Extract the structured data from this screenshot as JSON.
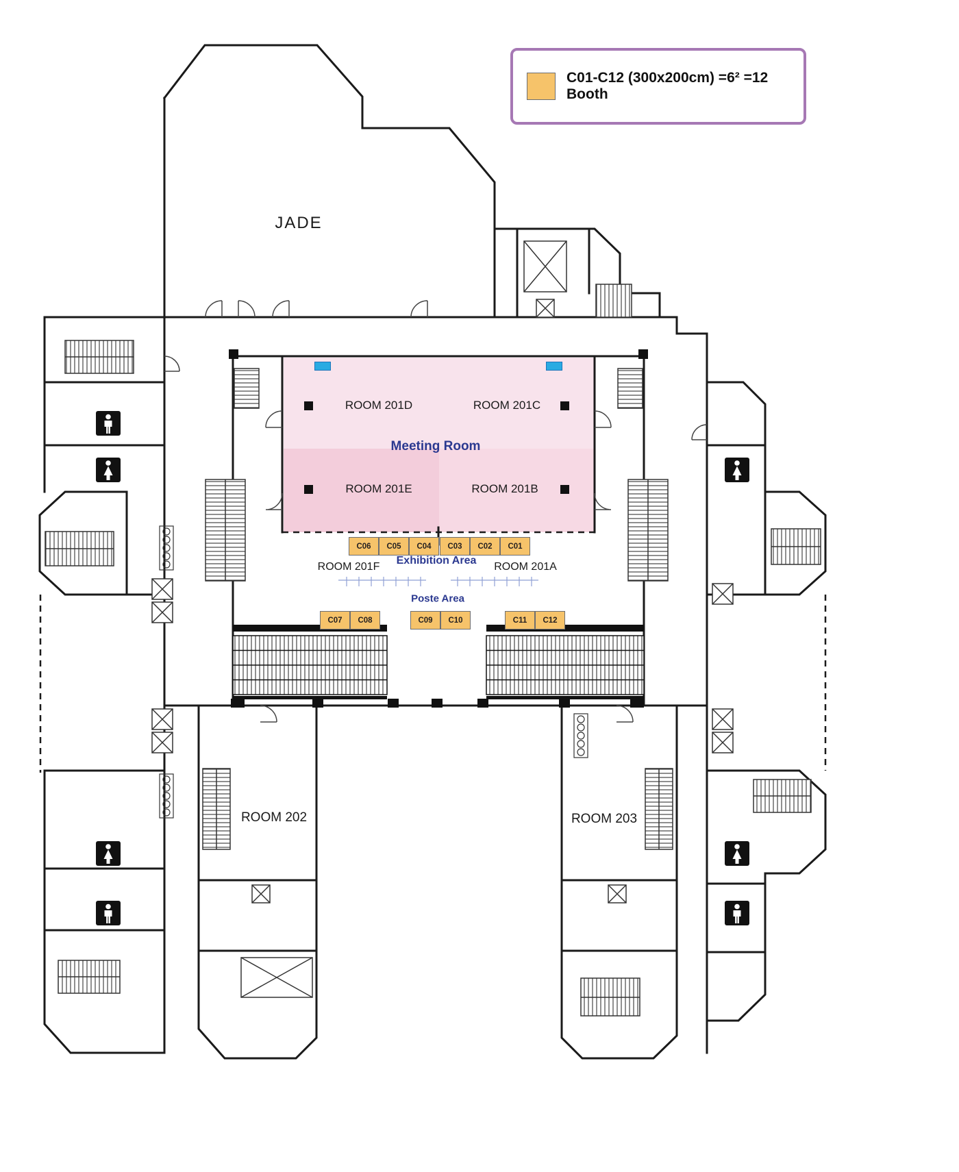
{
  "legend": {
    "label": "C01-C12 (300x200cm) =6² =12 Booth",
    "swatch_color": "#f6c36a",
    "border_color": "#a678b4"
  },
  "rooms": {
    "jade": {
      "label": "JADE"
    },
    "r201d": {
      "label": "ROOM 201D"
    },
    "r201c": {
      "label": "ROOM 201C"
    },
    "r201e": {
      "label": "ROOM 201E"
    },
    "r201b": {
      "label": "ROOM 201B"
    },
    "r201f": {
      "label": "ROOM 201F"
    },
    "r201a": {
      "label": "ROOM 201A"
    },
    "r202": {
      "label": "ROOM 202"
    },
    "r203": {
      "label": "ROOM 203"
    }
  },
  "areas": {
    "meeting_room": {
      "label": "Meeting Room",
      "color": "#2b3990"
    },
    "exhibition": {
      "label": "Exhibition Area",
      "color": "#2b3990"
    },
    "poste": {
      "label": "Poste Area",
      "color": "#2b3990"
    }
  },
  "booths": {
    "fill": "#f6c36a",
    "top_row": [
      "C06",
      "C05",
      "C04",
      "C03",
      "C02",
      "C01"
    ],
    "bottom_left": [
      "C07",
      "C08"
    ],
    "bottom_center": [
      "C09",
      "C10"
    ],
    "bottom_right": [
      "C11",
      "C12"
    ]
  },
  "meeting_room_fill": {
    "light": "#f8e3ec",
    "dark": "#f3cddb",
    "mid": "#f7d9e4"
  }
}
